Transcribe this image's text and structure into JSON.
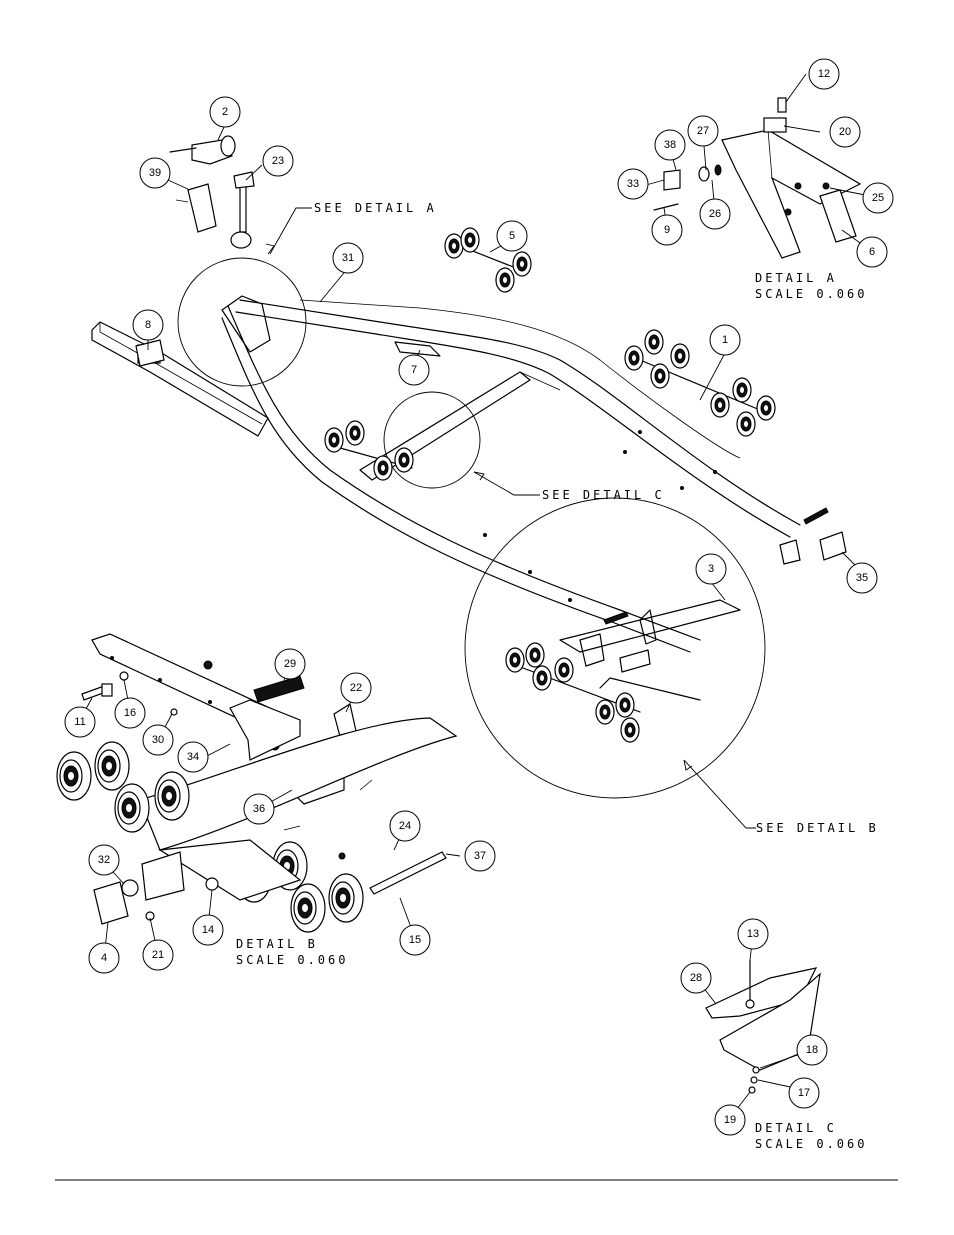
{
  "callouts": [
    "1",
    "2",
    "3",
    "4",
    "5",
    "6",
    "7",
    "8",
    "9",
    "11",
    "12",
    "13",
    "14",
    "15",
    "16",
    "17",
    "18",
    "19",
    "20",
    "21",
    "22",
    "23",
    "24",
    "25",
    "26",
    "27",
    "28",
    "29",
    "30",
    "31",
    "32",
    "33",
    "34",
    "35",
    "36",
    "37",
    "38",
    "39"
  ],
  "labels": {
    "see_detail_a": "SEE DETAIL A",
    "see_detail_b": "SEE DETAIL B",
    "see_detail_c": "SEE DETAIL C"
  },
  "details": {
    "a": {
      "title": "DETAIL A",
      "scale": "SCALE 0.060"
    },
    "b": {
      "title": "DETAIL B",
      "scale": "SCALE 0.060"
    },
    "c": {
      "title": "DETAIL C",
      "scale": "SCALE 0.060"
    }
  }
}
